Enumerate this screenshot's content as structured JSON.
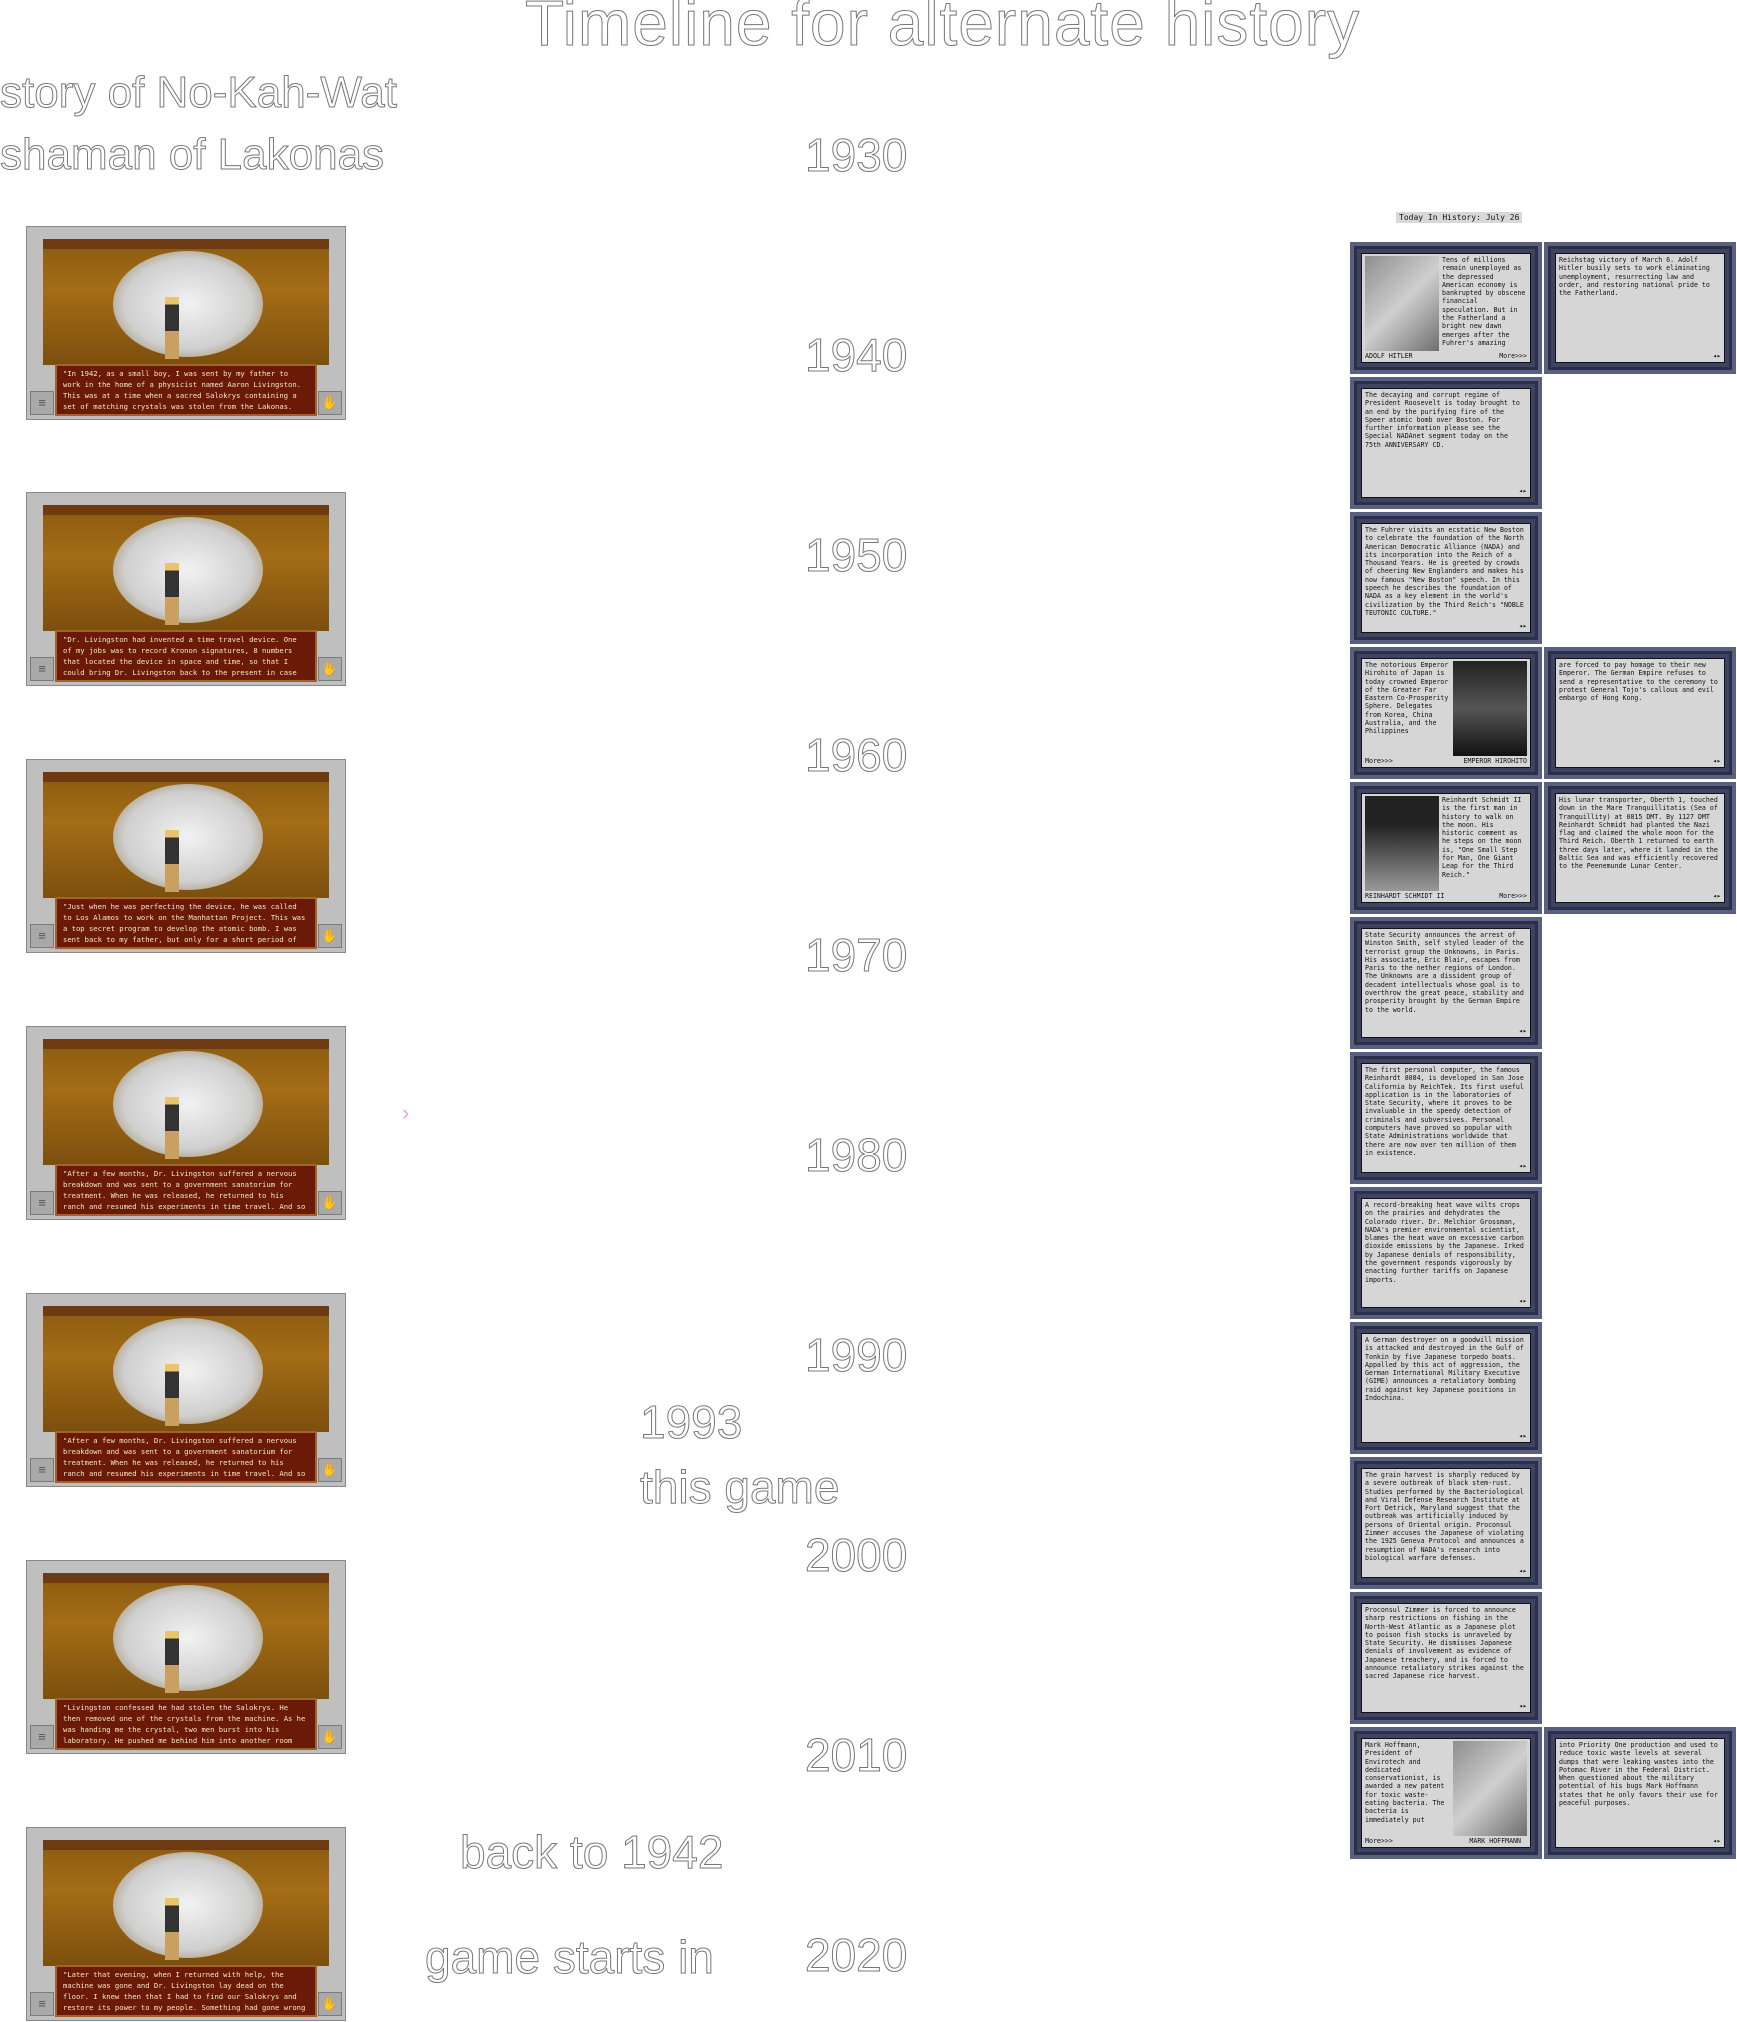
{
  "title": "Timeline for alternate history",
  "story_labels": [
    "story of No-Kah-Wat",
    "shaman of Lakonas"
  ],
  "years": [
    "1930",
    "1940",
    "1950",
    "1960",
    "1970",
    "1980",
    "1990",
    "2000",
    "2010",
    "2020"
  ],
  "notes": {
    "year_1993": "1993",
    "this_game": "this game",
    "back_to": "back to 1942",
    "game_starts": "game starts in"
  },
  "game_panels": [
    {
      "caption": "\"In 1942, as a small boy, I was sent by my father to work in the home of a physicist named Aaron Livingston.  This was at a time when a sacred Salokrys containing a set of matching crystals was stolen from the Lakonas."
    },
    {
      "caption": "\"Dr. Livingston had invented a time travel device.  One of my jobs was to record Kronon signatures, 8 numbers that located the device in space and time, so that I could bring Dr. Livingston back to the present in case of an emergency."
    },
    {
      "caption": "\"Just when he was perfecting the device, he was called to Los Alamos to work on the Manhattan Project.  This was a top secret program to develop the atomic bomb.  I was sent back to my father, but only for a short period of time."
    },
    {
      "caption": "\"After a few months, Dr. Livingston suffered a nervous breakdown and was sent to a government sanatorium for treatment.  When he was released, he returned to his ranch and resumed his experiments in time travel.  And so did I."
    },
    {
      "caption": "\"After a few months, Dr. Livingston suffered a nervous breakdown and was sent to a government sanatorium for treatment.  When he was released, he returned to his ranch and resumed his experiments in time travel.  And so did I."
    },
    {
      "caption": "\"Livingston confessed he had stolen the Salokrys.  He then removed one of the crystals from the machine.  As he was handing me the crystal, two men burst into his laboratory.  He pushed me behind him into another room and I escaped."
    },
    {
      "caption": "\"Later that evening, when I returned with help, the machine was gone and Dr. Livingston lay dead on the floor.  I knew then that I had to find our Salokrys and restore its power to my people.  Something had gone wrong and altered time.\""
    }
  ],
  "today_in_history": "Today In History: July 26",
  "more_label": "More>>>",
  "arrows_glyph": "◂▸",
  "news": [
    {
      "left": "Tens of millions remain unemployed as the depressed American economy is bankrupted by obscene financial speculation.  But in the Fatherland a bright new dawn emerges after the Fuhrer's amazing",
      "person": "ADOLF HITLER",
      "right": "Reichstag victory of March 6. Adolf Hitler busily sets to work eliminating unemployment, resurrecting law and order, and restoring national pride to the Fatherland."
    },
    {
      "left": "The decaying and corrupt regime of President Roosevelt is today brought to an end by the purifying fire of the Speer atomic bomb over Boston. For further information please see the Special NADAnet segment today on the 75th ANNIVERSARY CD."
    },
    {
      "left": "The Fuhrer visits an ecstatic New Boston to celebrate the foundation of the North American Democratic Alliance (NADA) and its incorporation into the Reich of a Thousand Years. He is greeted by crowds of cheering New Englanders and makes his now famous \"New Boston\" speech.  In this speech he describes the foundation of NADA as a key element in the world's civilization by the Third Reich's \"NOBLE TEUTONIC CULTURE.\""
    },
    {
      "left": "The notorious Emperor Hirohito of Japan is today crowned Emperor of the Greater Far Eastern Co-Prosperity Sphere. Delegates from Korea, China Australia, and the Philippines",
      "person": "EMPEROR HIROHITO",
      "right": "are forced to pay homage to their new Emperor.  The German Empire refuses to send a representative to the ceremony to protest General Tojo's callous and evil embargo of Hong Kong."
    },
    {
      "left": "Reinhardt Schmidt II is the first man in history to walk on the moon. His historic comment as he steps on the moon is, \"One Small Step for Man, One Giant Leap for the Third Reich.\"",
      "person": "REINHARDT SCHMIDT II",
      "right": "His lunar transporter, Oberth 1, touched down in the Mare Tranquillitatis (Sea of Tranquillity) at 0815 DMT.  By 1127 DMT Reinhardt Schmidt had planted the Nazi flag and claimed the whole moon for the Third Reich.  Oberth 1 returned to earth three days later, where it landed in the Baltic Sea and was efficiently recovered to the Peenemunde Lunar Center."
    },
    {
      "left": "State Security announces the arrest of Winston Smith, self styled leader of the terrorist group the Unknowns, in Paris. His associate, Eric Blair, escapes from Paris to the nether regions of London. The Unknowns are a dissident group of decadent intellectuals whose goal is to overthrow the great peace, stability and prosperity brought by the German Empire to the world."
    },
    {
      "left": "The first personal computer, the famous Reinhardt 8084, is developed in San Jose California by ReichTek. Its first useful application is in the laboratories of State Security, where it proves to be invaluable in the speedy detection of criminals and subversives.  Personal computers have proved so popular with State Administrations worldwide that there are now over ten million of them in existence."
    },
    {
      "left": "A record-breaking heat wave wilts crops on the prairies and dehydrates the Colorado river. Dr. Melchior Grossman, NADA's premier environmental scientist, blames the heat wave on excessive carbon dioxide emissions by the Japanese. Irked by Japanese denials of responsibility, the government responds vigorously by enacting  further tariffs on Japanese imports."
    },
    {
      "left": "A German destroyer on a goodwill mission is attacked and destroyed in the Gulf of Tonkin by five Japanese torpedo boats. Appalled by this act of aggression, the German International Military Executive (GIME) announces a retaliatory bombing raid against key Japanese positions in Indochina."
    },
    {
      "left": "The grain harvest is sharply reduced by a severe outbreak of black stem-rust. Studies performed by the Bacteriological and Viral Defense Research Institute at Fort Detrick, Maryland suggest that the outbreak was artificially induced by persons of Oriental origin.  Proconsul Zimmer accuses the Japanese of violating the 1925 Geneva Protocol and announces a resumption of NADA's research into biological warfare defenses."
    },
    {
      "left": "Proconsul Zimmer is forced to announce sharp restrictions on fishing in the North-West Atlantic as a Japanese plot to poison fish stocks is unraveled by State Security.  He dismisses Japanese denials of involvement as evidence of Japanese treachery, and is forced to announce retaliatory strikes against the sacred Japanese rice harvest."
    },
    {
      "left": "Mark Hoffmann, President of Envirotech and dedicated conservationist, is awarded a new patent for toxic waste-eating bacteria. The bacteria is immediately put",
      "person": "MARK HOFFMANN",
      "right": "into Priority One production and used to reduce toxic waste levels at several dumps that were leaking wastes into the Potomac River in the Federal District. When questioned about the military potential of his bugs Mark Hoffmann states that he only favors their use for peaceful purposes."
    }
  ]
}
